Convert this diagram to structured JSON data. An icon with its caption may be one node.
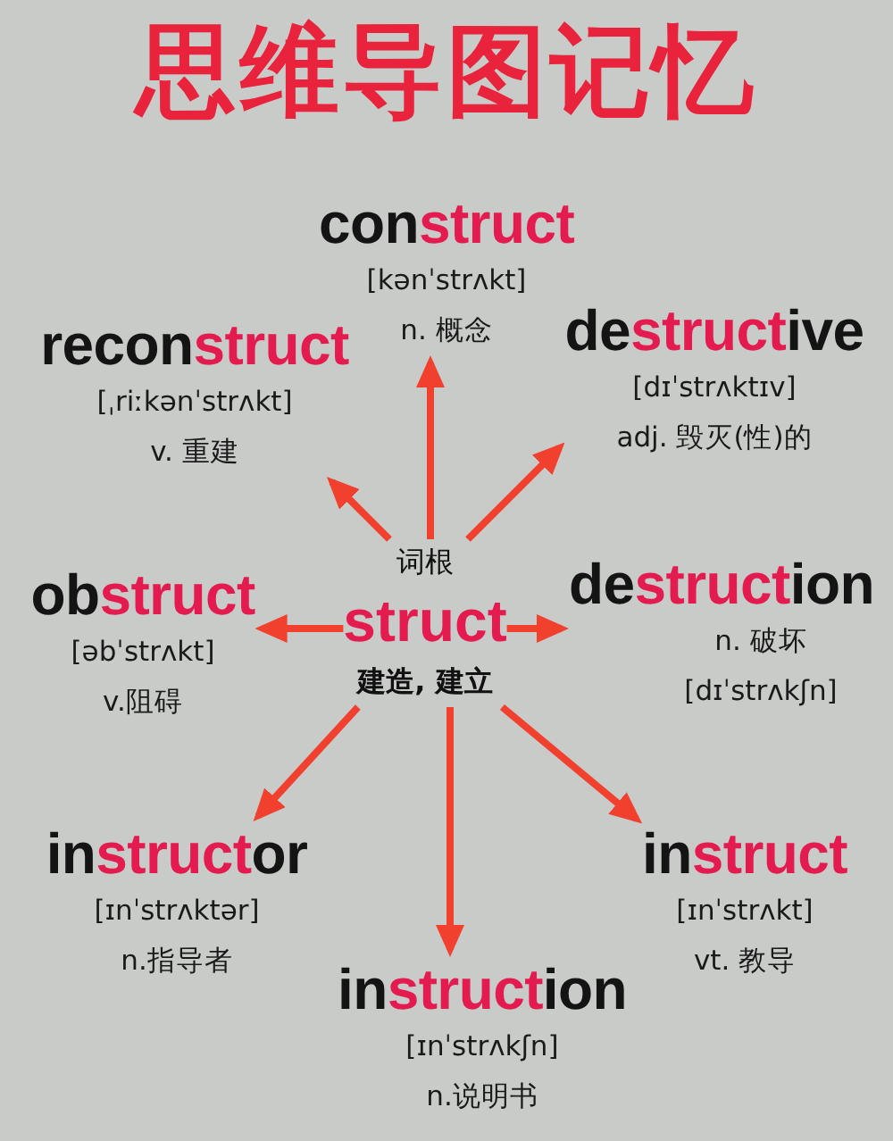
{
  "diagram": {
    "title": "思维导图记忆",
    "nodes": [
      {
        "text": [
          "con**struct**",
          "[kənˈstrʌkt]",
          "n. 概念"
        ]
      },
      {
        "text": [
          "recon**struct**",
          "[ˌriːkənˈstrʌkt]",
          "v. 重建"
        ]
      },
      {
        "text": [
          "de**struct**ive",
          "[dɪˈstrʌktɪv]",
          "adj. 毁灭(性)的"
        ]
      },
      {
        "text": [
          "ob**struct**",
          "[əbˈstrʌkt]",
          "v.阻碍"
        ]
      },
      {
        "text": [
          "词根",
          "struct",
          "建造, 建立"
        ]
      },
      {
        "text": [
          "de**struct**ion",
          "n. 破坏",
          "[dɪˈstrʌkʃn]"
        ]
      },
      {
        "text": [
          "in**struct**or",
          "[ɪnˈstrʌktər]",
          "n.指导者"
        ]
      },
      {
        "text": [
          "in**struct**",
          "[ɪnˈstrʌkt]",
          "vt. 教导"
        ]
      },
      {
        "text": [
          "in**struct**ion",
          "[ɪnˈstrʌkʃn]",
          "n.说明书"
        ]
      }
    ],
    "edges": [
      {
        "from": 4,
        "to": 0,
        "arrow": "to"
      },
      {
        "from": 4,
        "to": 1,
        "arrow": "to"
      },
      {
        "from": 4,
        "to": 2,
        "arrow": "to"
      },
      {
        "from": 4,
        "to": 3,
        "arrow": "to"
      },
      {
        "from": 4,
        "to": 5,
        "arrow": "to"
      },
      {
        "from": 4,
        "to": 6,
        "arrow": "to"
      },
      {
        "from": 4,
        "to": 7,
        "arrow": "to"
      },
      {
        "from": 4,
        "to": 8,
        "arrow": "to"
      }
    ]
  }
}
